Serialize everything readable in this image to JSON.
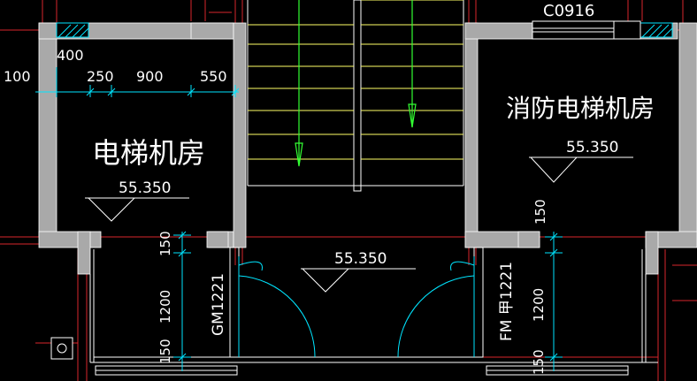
{
  "drawing": {
    "colors": {
      "background": "#000000",
      "wall_fill": "#a9a9a9",
      "wall_edge": "#ffffff",
      "axis_red": "#d9262b",
      "stair_yellow": "#ffff66",
      "arrow_green": "#33ff33",
      "dim_cyan": "#00e5ff",
      "door_cyan": "#00e5ff",
      "text": "#ffffff"
    },
    "left_room": {
      "name": "电梯机房",
      "elevation": "55.350"
    },
    "right_room": {
      "name": "消防电梯机房",
      "elevation": "55.350"
    },
    "lobby": {
      "elevation": "55.350"
    },
    "top_window": {
      "code": "C0916"
    },
    "dimensions": {
      "left_offset": "100",
      "top_offset": "400",
      "seg1": "250",
      "seg2": "900",
      "seg3": "550",
      "left_door_top": "150",
      "left_door_width": "1200",
      "left_door_bottom": "150",
      "right_wall_top": "150",
      "right_door_top": "150",
      "right_door_width": "1200",
      "right_door_bottom": "150"
    },
    "doors": {
      "left": "GM1221",
      "right": "FM 甲1221"
    }
  }
}
